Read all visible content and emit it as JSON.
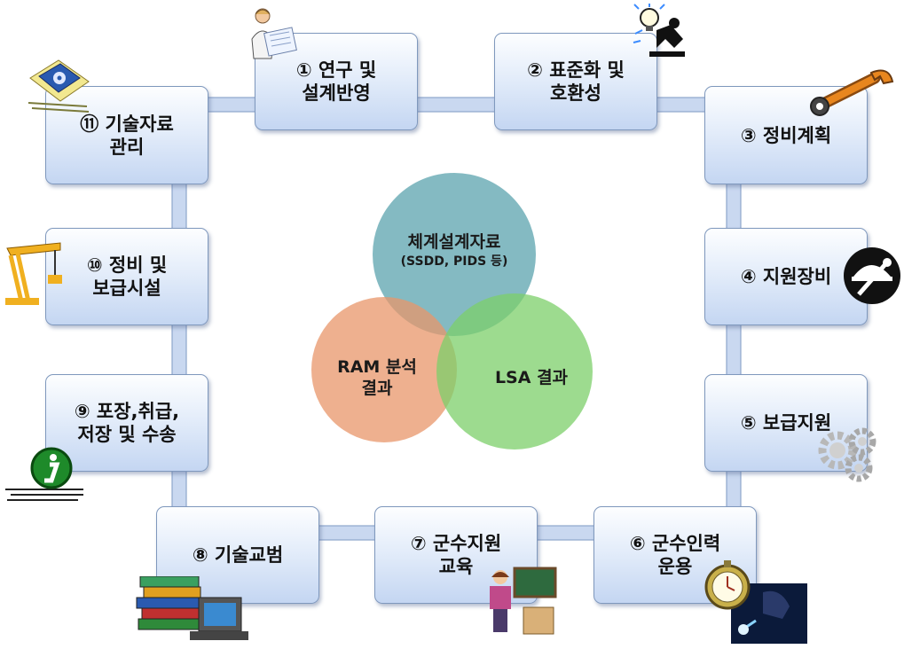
{
  "steps": [
    {
      "label": "① 연구 및\n설계반영"
    },
    {
      "label": "② 표준화 및\n호환성"
    },
    {
      "label": "③ 정비계획"
    },
    {
      "label": "④ 지원장비"
    },
    {
      "label": "⑤ 보급지원"
    },
    {
      "label": "⑥ 군수인력\n운용"
    },
    {
      "label": "⑦ 군수지원\n교육"
    },
    {
      "label": "⑧ 기술교범"
    },
    {
      "label": "⑨ 포장,취급,\n저장 및 수송"
    },
    {
      "label": "⑩ 정비 및\n보급시설"
    },
    {
      "label": "⑪ 기술자료\n관리"
    }
  ],
  "venn": {
    "top": {
      "line1": "체계설계자료",
      "line2": "(SSDD, PIDS 등)",
      "color": "#5ba3ad"
    },
    "left": {
      "line1": "RAM 분석",
      "line2": "결과",
      "color": "#e8956a"
    },
    "right": {
      "line1": "LSA 결과",
      "color": "#7ccf6a"
    }
  },
  "connector_color": "#c9d8f0"
}
